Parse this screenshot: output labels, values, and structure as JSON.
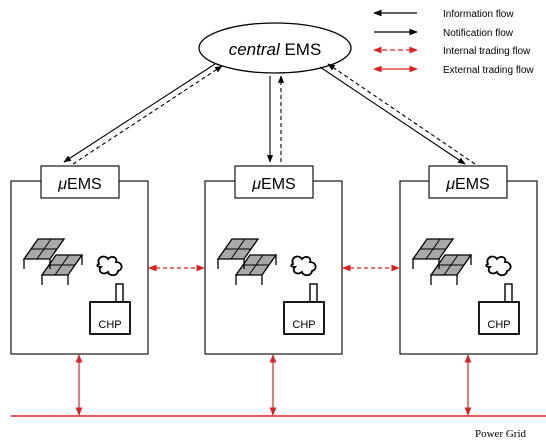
{
  "legend": {
    "information_flow": "Information flow",
    "notification_flow": "Notification flow",
    "internal_trading_flow": "Internal trading flow",
    "external_trading_flow": "External trading flow"
  },
  "central": {
    "italic_part": "central",
    "regular_part": " EMS"
  },
  "microgrids": [
    {
      "mu": "μ",
      "ems": "EMS",
      "chp": "CHP"
    },
    {
      "mu": "μ",
      "ems": "EMS",
      "chp": "CHP"
    },
    {
      "mu": "μ",
      "ems": "EMS",
      "chp": "CHP"
    }
  ],
  "power_grid_label": "Power Grid",
  "colors": {
    "ink": "#000000",
    "trading": "#e02020",
    "panel_fill": "#a8a8a8",
    "background": "#ffffff"
  },
  "icons": {
    "solar": "solar-panel-icon",
    "smoke": "smoke-cloud-icon",
    "chp": "chp-plant-icon"
  }
}
